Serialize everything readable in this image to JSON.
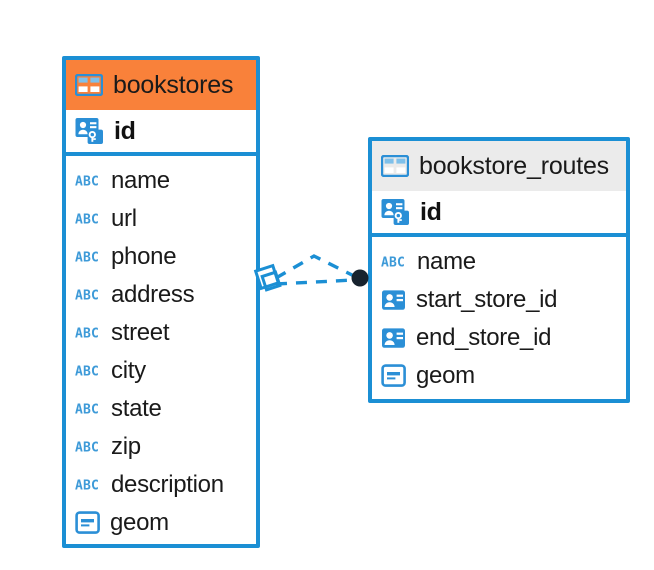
{
  "diagram": {
    "type": "entity-relationship-diagram",
    "background_color": "#ffffff",
    "accent_color": "#1b8fd4",
    "highlight_color": "#f9813a",
    "header_grey": "#ebebeb"
  },
  "entities": [
    {
      "name": "bookstores",
      "header_icon": "table-icon",
      "header_style": "orange",
      "primary_key": {
        "label": "id",
        "icon": "primary-key-icon"
      },
      "fields": [
        {
          "label": "name",
          "icon": "text-abc-icon"
        },
        {
          "label": "url",
          "icon": "text-abc-icon"
        },
        {
          "label": "phone",
          "icon": "text-abc-icon"
        },
        {
          "label": "address",
          "icon": "text-abc-icon"
        },
        {
          "label": "street",
          "icon": "text-abc-icon"
        },
        {
          "label": "city",
          "icon": "text-abc-icon"
        },
        {
          "label": "state",
          "icon": "text-abc-icon"
        },
        {
          "label": "zip",
          "icon": "text-abc-icon"
        },
        {
          "label": "description",
          "icon": "text-abc-icon"
        },
        {
          "label": "geom",
          "icon": "geometry-icon"
        }
      ]
    },
    {
      "name": "bookstore_routes",
      "header_icon": "table-icon",
      "header_style": "grey",
      "primary_key": {
        "label": "id",
        "icon": "primary-key-icon"
      },
      "fields": [
        {
          "label": "name",
          "icon": "text-abc-icon"
        },
        {
          "label": "start_store_id",
          "icon": "foreign-key-icon"
        },
        {
          "label": "end_store_id",
          "icon": "foreign-key-icon"
        },
        {
          "label": "geom",
          "icon": "geometry-icon"
        }
      ]
    }
  ],
  "connector": {
    "style": "dashed",
    "color": "#1b8fd4",
    "source_endpoint": "diamond-crows-foot",
    "target_endpoint": "filled-circle",
    "target_endpoint_color": "#17232e",
    "from": "bookstores",
    "to": "bookstore_routes"
  }
}
